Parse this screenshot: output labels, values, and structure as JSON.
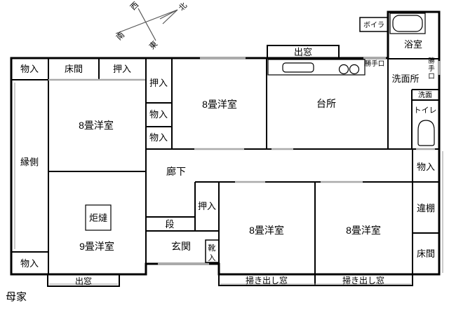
{
  "title": "母家",
  "compass": {
    "west": "西",
    "north": "北",
    "south": "南",
    "east": "東"
  },
  "left_wing": {
    "storage_top": "物入",
    "tokonoma_top": "床間",
    "oshiire_top": "押入",
    "room8": "8畳洋室",
    "engawa": "縁側",
    "kotatsu": "炬燵",
    "room9": "9畳洋室",
    "storage_bottom": "物入",
    "baywindow_bottom": "出窓"
  },
  "center": {
    "oshiire_col": "押入",
    "storage_col1": "物入",
    "storage_col2": "物入",
    "room8_top": "8畳洋室",
    "corridor": "廊下",
    "oshiire_mid": "押入",
    "step": "段",
    "entrance": "玄関",
    "shoe_box": "靴入",
    "room8_bottom_left": "8畳洋室",
    "room8_bottom_right": "8畳洋室",
    "sweep_window_left": "掃き出し窓",
    "sweep_window_right": "掃き出し窓"
  },
  "kitchen": {
    "baywindow_top": "出窓",
    "label": "台所",
    "backdoor": "勝手口"
  },
  "right_wing": {
    "boiler": "ボイラ",
    "bath": "浴室",
    "washroom": "洗面所",
    "backdoor_vertical": "勝手口",
    "basin": "洗面",
    "toilet": "トイレ",
    "storage": "物入",
    "shelf": "違棚",
    "tokonoma": "床間"
  }
}
